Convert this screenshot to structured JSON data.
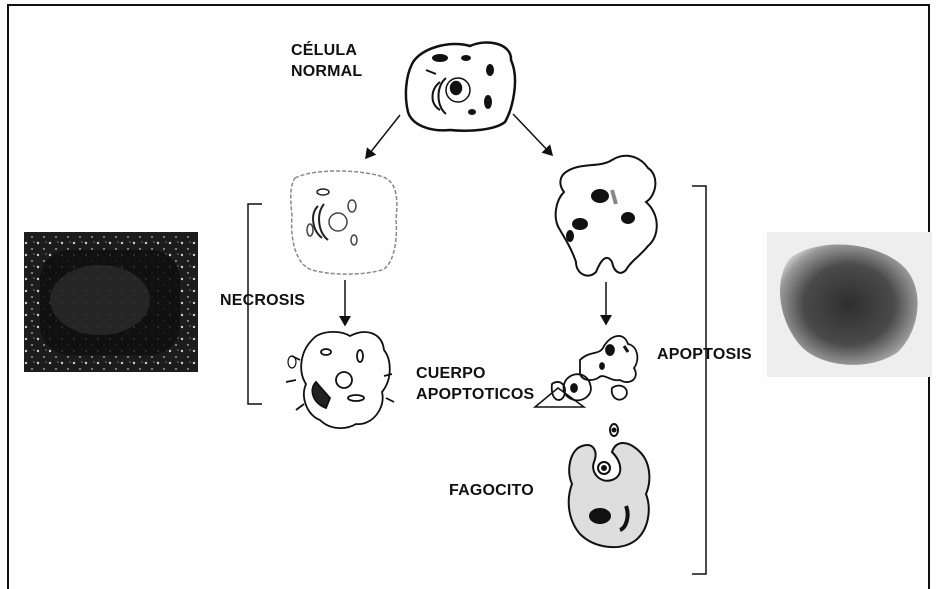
{
  "labels": {
    "normal_line1": "CÉLULA",
    "normal_line2": "NORMAL",
    "necrosis": "NECROSIS",
    "cuerpo_line1": "CUERPO",
    "cuerpo_line2": "APOPTOTICOS",
    "apoptosis": "APOPTOSIS",
    "fagocito": "FAGOCITO"
  },
  "colors": {
    "ink": "#111111",
    "phagocyte_fill": "#dedede",
    "necrosis_photo": "#1e1e1e",
    "apoptosis_photo": "#3a3a3a"
  }
}
